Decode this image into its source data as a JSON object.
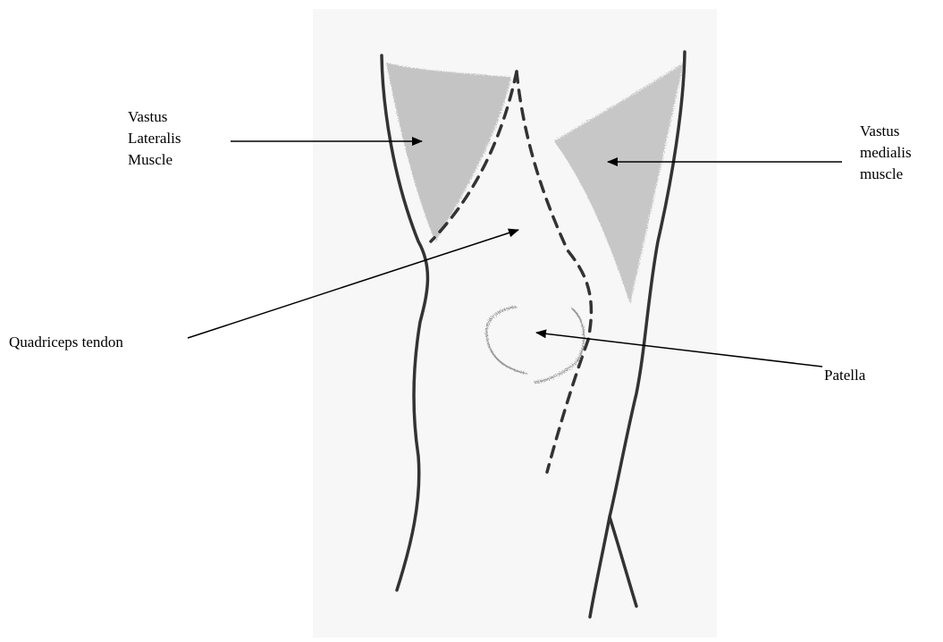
{
  "labels": {
    "vastus_lateralis": [
      "Vastus",
      "Lateralis",
      "Muscle"
    ],
    "vastus_medialis": [
      "Vastus",
      "medialis",
      "muscle"
    ],
    "quadriceps_tendon": "Quadriceps tendon",
    "patella": "Patella"
  },
  "colors": {
    "paper": "#f7f7f7",
    "outline": "#333333",
    "shading": "#a8a8a8",
    "patella_sketch": "#9a9a9a",
    "arrow": "#000000",
    "text": "#000000"
  }
}
